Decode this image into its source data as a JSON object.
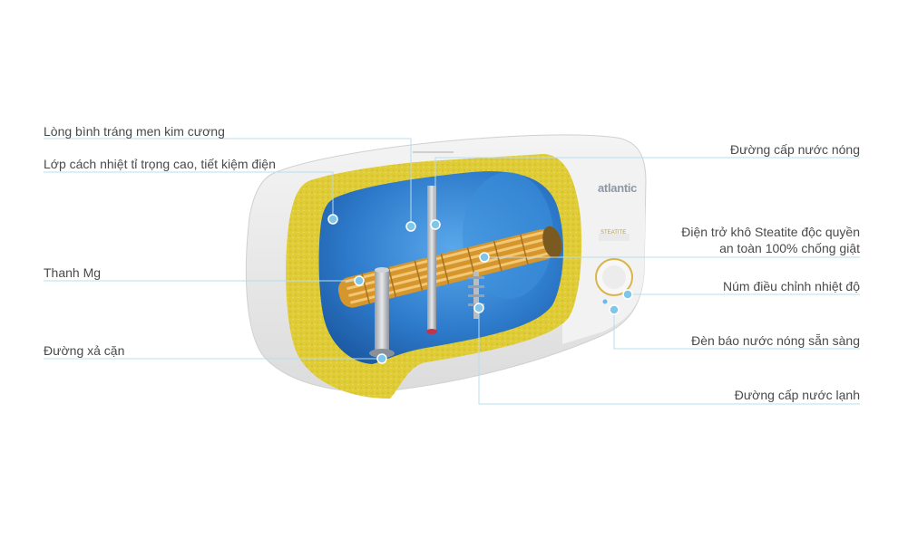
{
  "brand": {
    "logo_text": "atlantic",
    "panel_badge": "STEATITE"
  },
  "labels": {
    "left": [
      "Lòng bình tráng men kim cương",
      "Lớp cách nhiệt tỉ trọng cao, tiết kiệm điện",
      "Thanh Mg",
      "Đường xả cặn"
    ],
    "right": [
      "Đường cấp nước nóng",
      "Điện trở khô Steatite độc quyền",
      "an toàn 100% chống giật",
      "Núm điều chỉnh nhiệt độ",
      "Đèn báo nước nóng sẵn sàng",
      "Đường cấp nước lạnh"
    ]
  },
  "colors": {
    "leader_line": "#b8dcec",
    "dot": "#7fc6ea",
    "insulation": "#e2cf3a",
    "tank_blue": "#2f7fd0",
    "heater_gold": "#e0a740",
    "body": "#efefef"
  }
}
